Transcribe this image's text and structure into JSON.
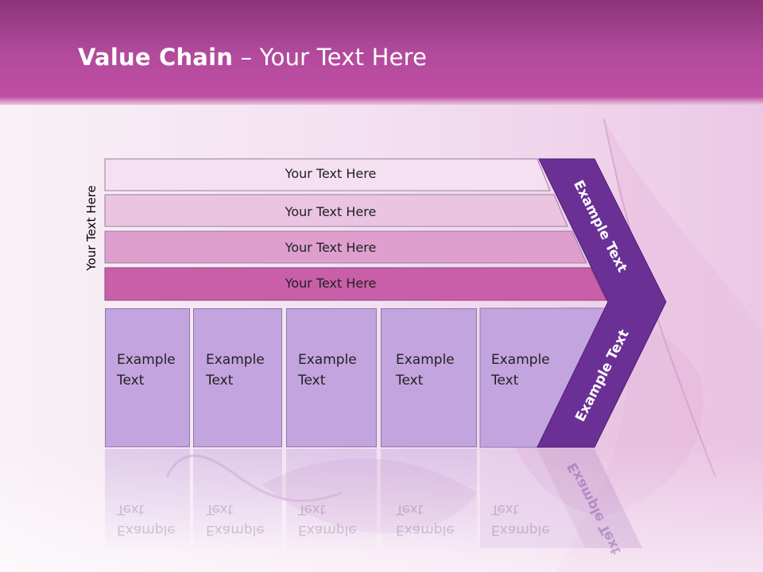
{
  "title": {
    "bold": "Value Chain",
    "rest": " – Your Text Here"
  },
  "side_label": "Your Text Here",
  "bars": [
    "Your Text Here",
    "Your Text Here",
    "Your Text Here",
    "Your Text Here"
  ],
  "cells": [
    {
      "line1": "Example",
      "line2": "Text"
    },
    {
      "line1": "Example",
      "line2": "Text"
    },
    {
      "line1": "Example",
      "line2": "Text"
    },
    {
      "line1": "Example",
      "line2": "Text"
    },
    {
      "line1": "Example",
      "line2": "Text"
    }
  ],
  "chevron": {
    "upper": "Example Text",
    "lower": "Example Text"
  },
  "colors": {
    "header": "#b24a9c",
    "bar1": "#f4e0f0",
    "bar2": "#eac4e1",
    "bar3": "#de9fcf",
    "bar4": "#c95ea9",
    "cells": "#c3a4df",
    "chevron": "#6a3096"
  }
}
